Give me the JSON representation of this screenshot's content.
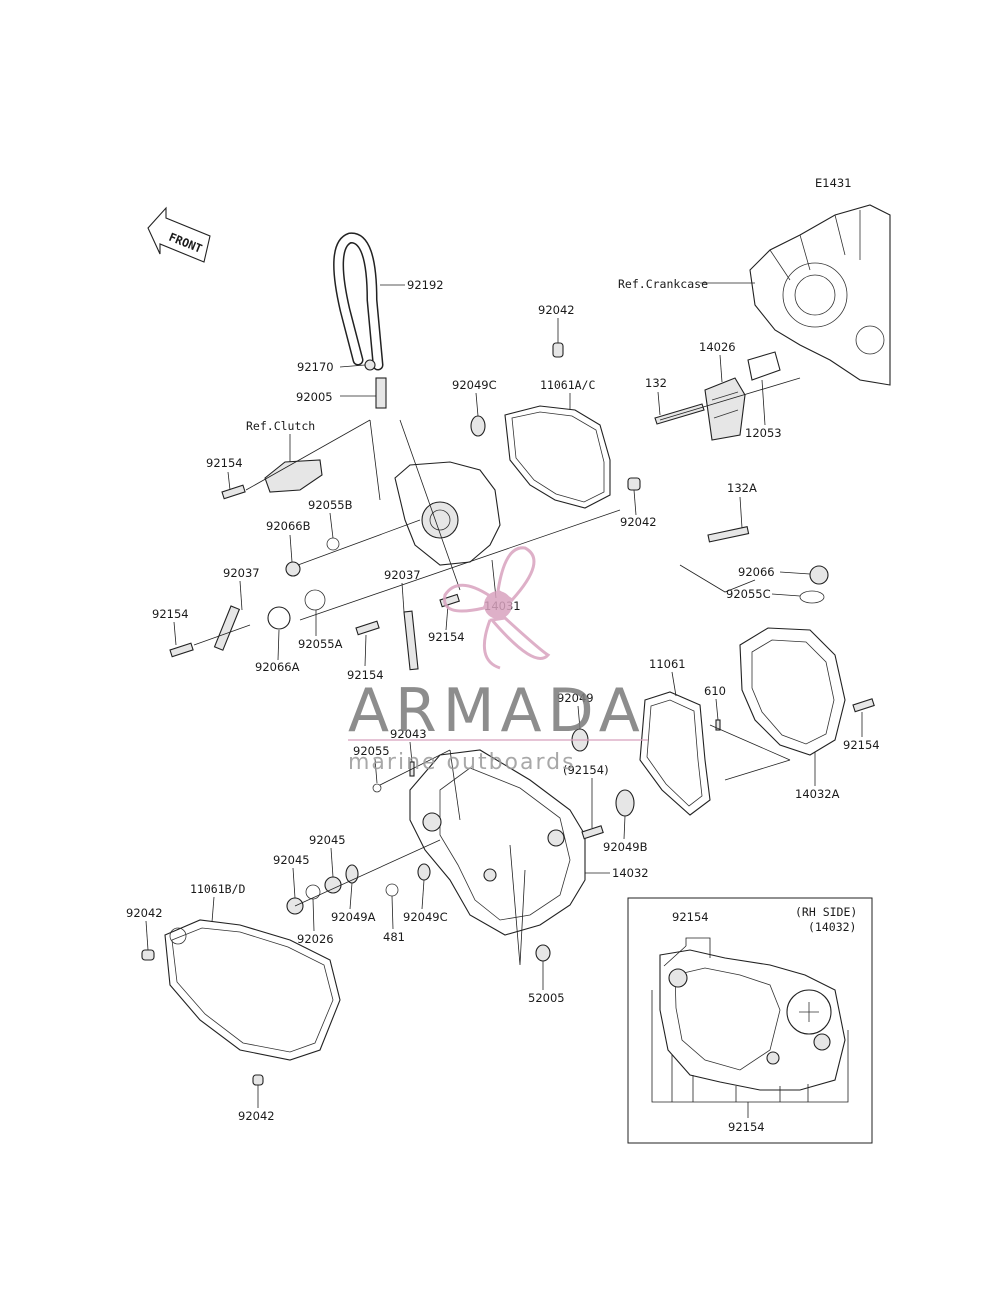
{
  "diagram_code": "E1431",
  "front_label": "FRONT",
  "inset": {
    "title": "(RH SIDE)",
    "subtitle": "(14032)",
    "top_label": "92154",
    "bottom_label": "92154"
  },
  "watermark": {
    "brand": "ARMADA",
    "tagline": "marine outboards",
    "color": "#d9a3bf"
  },
  "parts": {
    "p92192": "92192",
    "p92170": "92170",
    "p92005": "92005",
    "p92042_top": "92042",
    "p92049C_top": "92049C",
    "p11061AC": "11061A/C",
    "refClutch": "Ref.Clutch",
    "refCrankcase": "Ref.Crankcase",
    "p14026": "14026",
    "p132": "132",
    "p12053": "12053",
    "p92154_a": "92154",
    "p92055B": "92055B",
    "p92066B": "92066B",
    "p92042_mid": "92042",
    "p132A": "132A",
    "p92037_left": "92037",
    "p92037_mid": "92037",
    "p14031": "14031",
    "p92066": "92066",
    "p92055C": "92055C",
    "p92154_b": "92154",
    "p92154_c": "92154",
    "p92055A": "92055A",
    "p92066A": "92066A",
    "p92154_d": "92154",
    "p11061": "11061",
    "p610": "610",
    "p92049": "92049",
    "p92043": "92043",
    "p92154_e": "92154",
    "p92055": "92055",
    "p92154_paren": "(92154)",
    "p14032A": "14032A",
    "p92045_a": "92045",
    "p92049B": "92049B",
    "p14032": "14032",
    "p92045_b": "92045",
    "p11061BD": "11061B/D",
    "p92042_left": "92042",
    "p92049A": "92049A",
    "p92049C_low": "92049C",
    "p92026": "92026",
    "p481": "481",
    "p52005": "52005",
    "p92042_bottom": "92042"
  }
}
